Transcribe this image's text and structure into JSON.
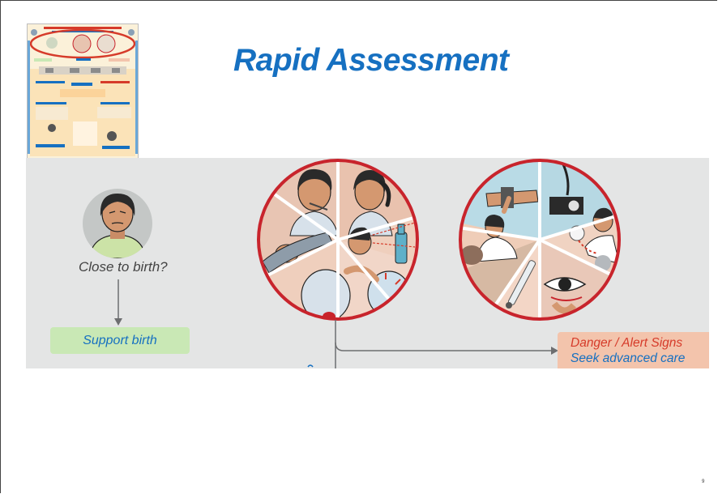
{
  "slide": {
    "title": "Rapid Assessment",
    "page_number": "9"
  },
  "flow": {
    "caption": "Close to birth?",
    "support_label": "Support birth",
    "danger_label": "Danger / Alert Signs",
    "seek_label": "Seek advanced care"
  },
  "colors": {
    "title_blue": "#1670c1",
    "danger_red": "#d63b2a",
    "circle_red": "#c8242c",
    "support_green": "#c9e8b5",
    "danger_peach": "#f3c4ac",
    "band_gray": "#e4e5e5"
  }
}
